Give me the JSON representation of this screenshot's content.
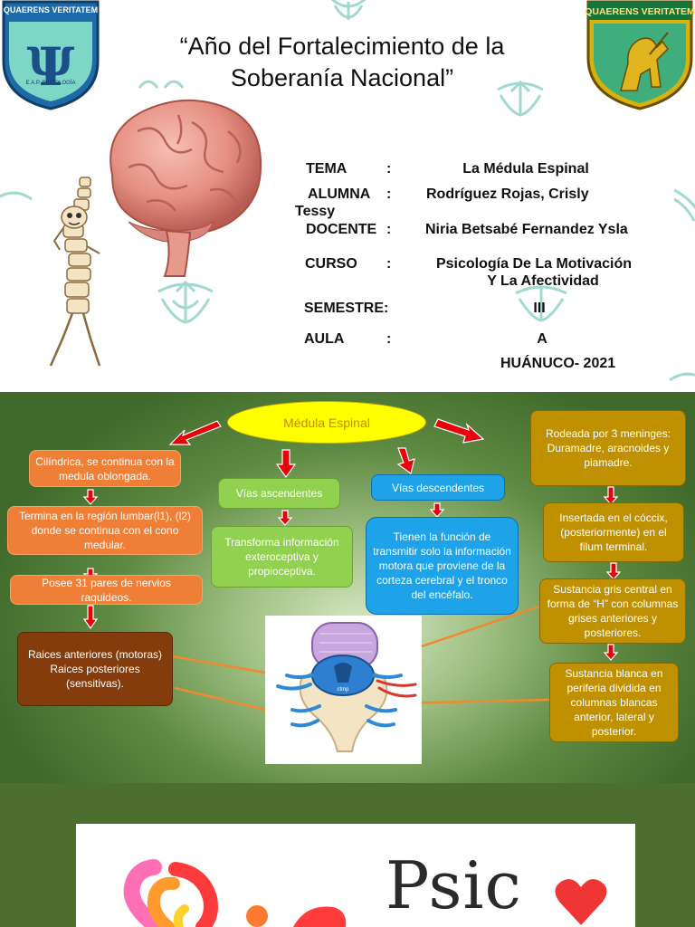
{
  "cover": {
    "title_line1": "“Año del Fortalecimiento de la",
    "title_line2": "Soberanía Nacional”",
    "left_logo_banner": "QUAERENS VERITATEM",
    "left_logo_caption": "E.A.P. PSICOLOGÍA",
    "right_logo_banner": "QUAERENS VERITATEM",
    "fields": {
      "tema_label": "TEMA",
      "tema_value": "La Médula Espinal",
      "alumna_label": "ALUMNA",
      "alumna_value_line1": "Rodríguez Rojas, Crisly",
      "alumna_value_line2": "Tessy",
      "docente_label": "DOCENTE",
      "docente_value": "Niria Betsabé Fernandez Ysla",
      "curso_label": "CURSO",
      "curso_value_line1": "Psicología De La Motivación",
      "curso_value_line2": "Y La Afectividad",
      "semestre_label": "SEMESTRE:",
      "semestre_value": "III",
      "aula_label": "AULA",
      "aula_value": "A",
      "place_date": "HUÁNUCO- 2021"
    },
    "colon": ":"
  },
  "map": {
    "central": "Médula Espinal",
    "left": [
      "Cilíndrica, se continua con la medula oblongada.",
      "Termina en la región lumbar(l1), (l2) donde se continua con el cono medular.",
      "Posee 31 pares de nervios raquideos.",
      "Raices anteriores (motoras) Raices posteriores (sensitivas)."
    ],
    "ascendentes_title": "Vías ascendentes",
    "ascendentes_text": "Transforma información exteroceptiva y propioceptiva.",
    "descendentes_title": "Vías descendentes",
    "descendentes_text": "Tienen la función de transmitir solo la información motora que proviene de la corteza cerebral y el tronco del encéfalo.",
    "right": [
      "Rodeada por 3 meninges: Duramadre, aracnoides y piamadre.",
      "Insertada en el cóccix, (posteriormente) en el filum terminal.",
      "Sustancia gris central en forma de “H” con columnas grises anteriores y posteriores.",
      "Sustancia blanca en periferia dividida en columnas blancas anterior, lateral y posterior."
    ]
  },
  "slide3": {
    "logo_text": "Psic"
  },
  "colors": {
    "orange": "#ef7f37",
    "light_green": "#92d050",
    "blue": "#1fa3e8",
    "gold": "#bf9000",
    "brown": "#843c0c",
    "central_yellow": "#ffff00",
    "arrow_red": "#e00000",
    "teal_motif": "#7fcbbf"
  }
}
